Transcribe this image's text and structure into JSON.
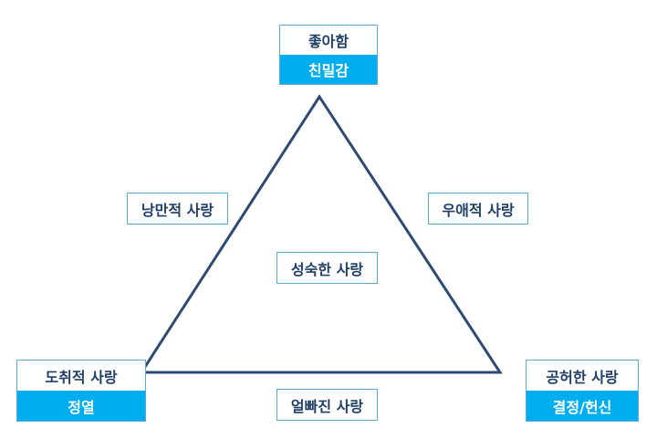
{
  "diagram": {
    "vertices": {
      "top": {
        "label": "좋아함",
        "component": "친밀감"
      },
      "left": {
        "label": "도취적 사랑",
        "component": "정열"
      },
      "right": {
        "label": "공허한 사랑",
        "component": "결정/헌신"
      }
    },
    "edges": {
      "left": "낭만적 사랑",
      "right": "우애적 사랑",
      "bottom": "얼빠진 사랑"
    },
    "center": "성숙한 사랑"
  },
  "colors": {
    "triangle_stroke": "#2e4a73",
    "box_border": "#5aa9d6",
    "text_dark": "#1f3f66",
    "accent_fill": "#00aeef"
  }
}
